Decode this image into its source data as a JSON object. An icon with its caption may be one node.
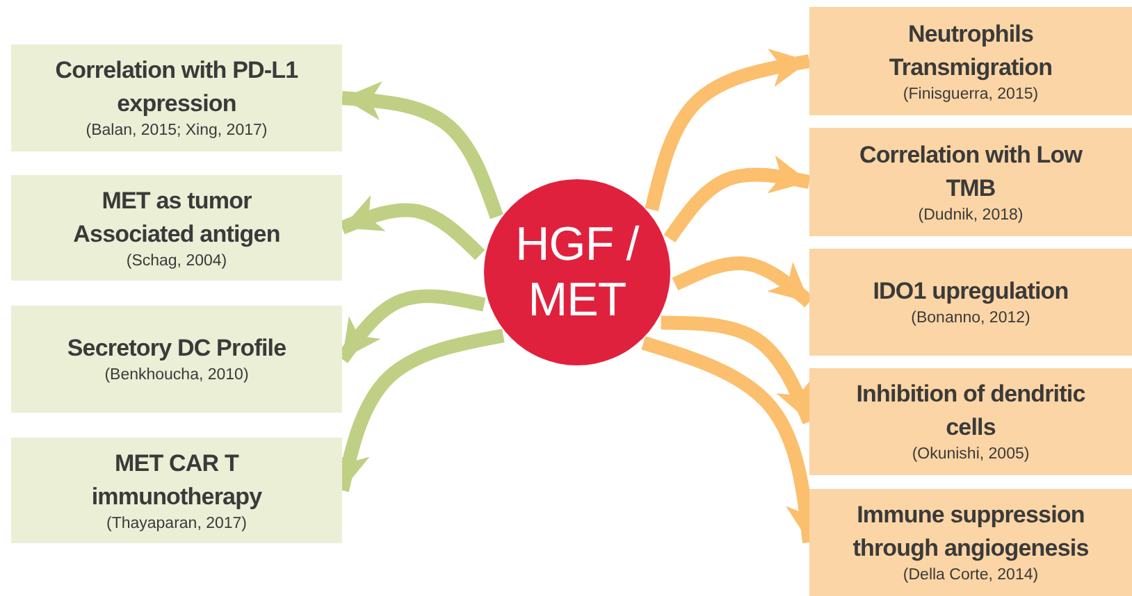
{
  "diagram": {
    "nodes": [
      {
        "text": [
          "HGF / MET"
        ]
      },
      {
        "text": [
          "Correlation with PD-L1 expression",
          "(Balan, 2015; Xing, 2017)"
        ]
      },
      {
        "text": [
          "MET as tumor Associated antigen",
          "(Schag, 2004)"
        ]
      },
      {
        "text": [
          "Secretory DC Profile",
          "(Benkhoucha, 2010)"
        ]
      },
      {
        "text": [
          "MET CAR T immunotherapy",
          "(Thayaparan, 2017)"
        ]
      },
      {
        "text": [
          "Neutrophils Transmigration",
          "(Finisguerra, 2015)"
        ]
      },
      {
        "text": [
          "Correlation with Low TMB",
          "(Dudnik, 2018)"
        ]
      },
      {
        "text": [
          "IDO1 upregulation",
          "(Bonanno, 2012)"
        ]
      },
      {
        "text": [
          "Inhibition of dendritic cells",
          "(Okunishi, 2005)"
        ]
      },
      {
        "text": [
          "Immune suppression through angiogenesis",
          "(Della Corte, 2014)"
        ]
      }
    ],
    "edges": [
      {
        "from": 0,
        "to": 1,
        "arrow": "to",
        "color": "#bfd084"
      },
      {
        "from": 0,
        "to": 2,
        "arrow": "to",
        "color": "#bfd084"
      },
      {
        "from": 0,
        "to": 3,
        "arrow": "to",
        "color": "#bfd084"
      },
      {
        "from": 0,
        "to": 4,
        "arrow": "to",
        "color": "#bfd084"
      },
      {
        "from": 0,
        "to": 5,
        "arrow": "to"
      },
      {
        "from": 0,
        "to": 6,
        "arrow": "to"
      },
      {
        "from": 0,
        "to": 7,
        "arrow": "to"
      },
      {
        "from": 0,
        "to": 8,
        "arrow": "to"
      },
      {
        "from": 0,
        "to": 9,
        "arrow": "to"
      }
    ]
  }
}
